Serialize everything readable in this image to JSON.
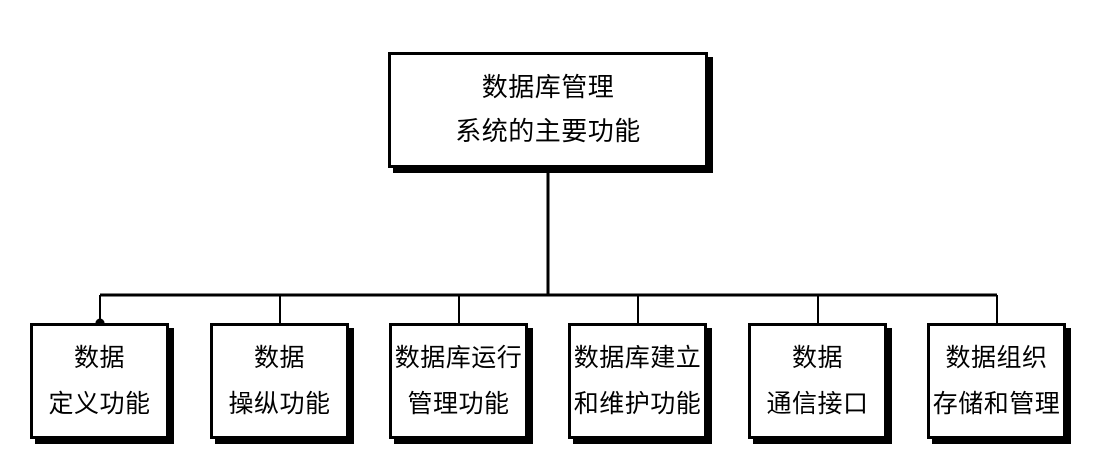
{
  "root": {
    "lines": [
      "数据库管理",
      "系统的主要功能"
    ]
  },
  "children": [
    {
      "lines": [
        "数据",
        "定义功能"
      ]
    },
    {
      "lines": [
        "数据",
        "操纵功能"
      ]
    },
    {
      "lines": [
        "数据库运行",
        "管理功能"
      ]
    },
    {
      "lines": [
        "数据库建立",
        "和维护功能"
      ]
    },
    {
      "lines": [
        "数据",
        "通信接口"
      ]
    },
    {
      "lines": [
        "数据组织",
        "存储和管理"
      ]
    }
  ],
  "colors": {
    "stroke": "#000000",
    "background": "#ffffff"
  }
}
